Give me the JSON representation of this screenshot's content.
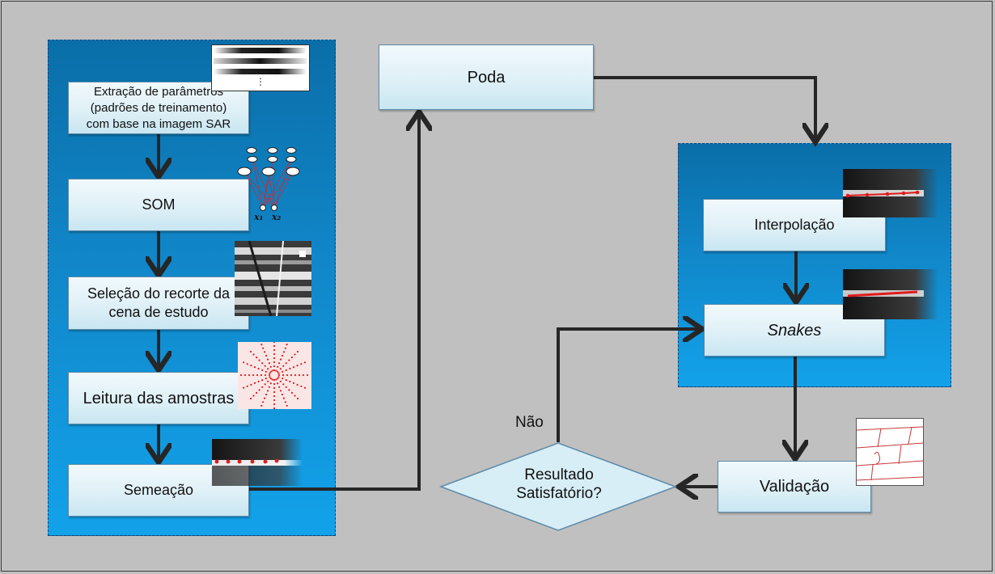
{
  "nodes": {
    "extracao": [
      "Extração de parâmetros",
      "(padrões de treinamento)",
      "com base na imagem SAR"
    ],
    "som": "SOM",
    "selecao": [
      "Seleção do recorte da",
      "cena de estudo"
    ],
    "leitura": "Leitura das amostras",
    "semeacao": "Semeação",
    "poda": "Poda",
    "interpolacao": "Interpolação",
    "snakes": "Snakes",
    "validacao": "Validação",
    "decisao": [
      "Resultado",
      "Satisfatório?"
    ]
  },
  "edge_labels": {
    "nao": "Não"
  },
  "som_inputs": [
    "x₁",
    "x₂"
  ],
  "pattern_ellipsis": "⋮",
  "colors": {
    "background": "#c0c0c0",
    "panel_top": "#0a6ea8",
    "panel_bottom": "#12a2ea",
    "box_fill": "#e6f4f9",
    "arrow": "#262626",
    "snake_line": "#e01b1b"
  },
  "icons": [
    "pattern-bars-thumbnail",
    "som-network-icon",
    "sar-image-thumbnail",
    "radial-sampling-icon",
    "seed-points-thumbnail",
    "snake-line-thumbnail",
    "validation-sketch-thumbnail"
  ]
}
